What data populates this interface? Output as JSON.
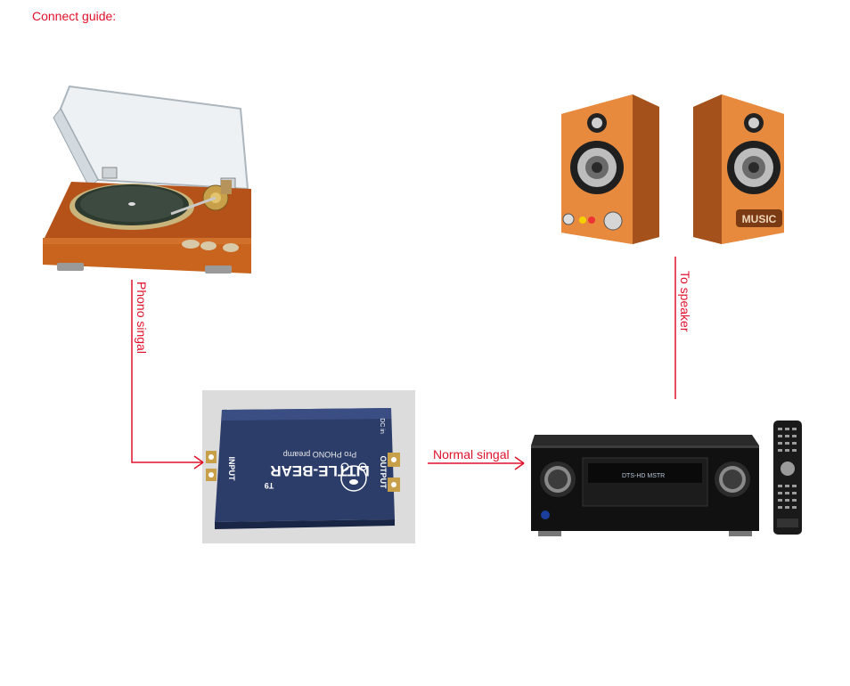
{
  "guide": {
    "title": "Connect guide:"
  },
  "connections": [
    {
      "label": "Phono singal"
    },
    {
      "label": "Normal singal"
    },
    {
      "label": "To speaker"
    }
  ],
  "preamp": {
    "brand": "LITTLE-BEAR",
    "model": "T9",
    "subtitle": "Pro PHONO preamp",
    "input_label": "INPUT",
    "output_label": "OUTPUT",
    "dc_label": "DC in"
  },
  "speakers": {
    "badge": "MUSIC"
  },
  "receiver": {
    "display_text": "DTS-HD MSTR"
  },
  "colors": {
    "accent": "#e0112b",
    "wood": "#c8641e",
    "preamp_blue": "#2c3d6a"
  },
  "icons": [
    "turntable-image",
    "speakers-image",
    "preamp-image",
    "receiver-image",
    "remote-control-image"
  ]
}
